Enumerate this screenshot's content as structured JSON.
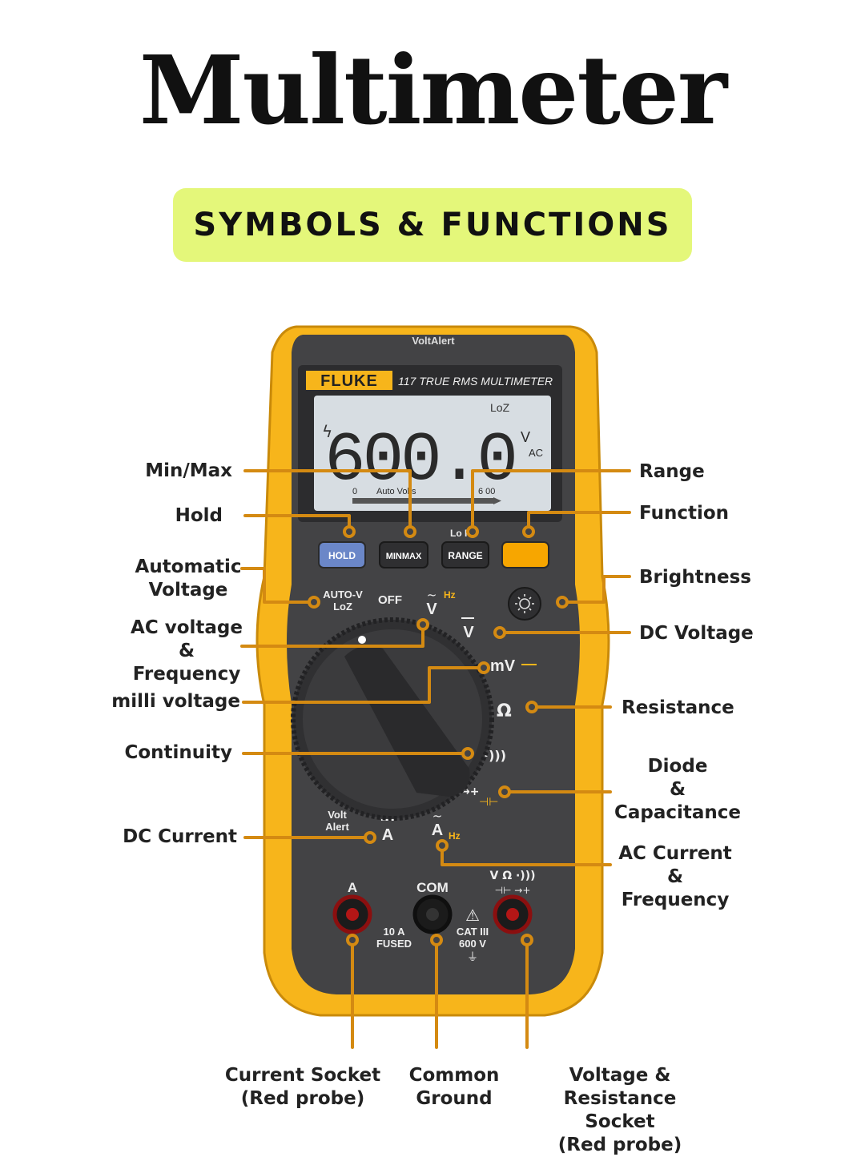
{
  "title": "Multimeter",
  "subtitle": "SYMBOLS & FUNCTIONS",
  "colors": {
    "accent_line": "#d48a12",
    "badge_bg": "#e4f77a",
    "meter_body": "#f7b51b",
    "meter_face": "#434345",
    "hold_button": "#6b87c8",
    "function_button": "#f7a600"
  },
  "meter": {
    "top_label": "VoltAlert",
    "brand": "FLUKE",
    "model": "117 TRUE RMS MULTIMETER",
    "display": {
      "reading": "600.0",
      "mode_top": "LoZ",
      "unit_v": "V",
      "unit_ac": "AC",
      "scale_left": "0",
      "scale_mid": "Auto Volts",
      "scale_right": "6 00"
    },
    "buttons": {
      "hold": "HOLD",
      "minmax": "MINMAX",
      "range": "RANGE",
      "lo_hi": "Lo  Hi"
    },
    "dial": {
      "auto_v": "AUTO-V",
      "loz": "LoZ",
      "off": "OFF",
      "v_ac": "V",
      "hz": "Hz",
      "v_dc": "V",
      "mv": "mV",
      "ohm": "Ω",
      "continuity": "·)))",
      "diode": "→+",
      "volt_alert_1": "Volt",
      "volt_alert_2": "Alert",
      "a_dc": "A",
      "a_ac": "A",
      "a_hz": "Hz"
    },
    "jacks": {
      "a": "A",
      "com": "COM",
      "v_ohm": "V Ω ·)))",
      "fused_1": "10 A",
      "fused_2": "FUSED",
      "cat_1": "CAT III",
      "cat_2": "600 V"
    }
  },
  "labels": {
    "min_max": "Min/Max",
    "hold": "Hold",
    "automatic_voltage": "Automatic\nVoltage",
    "ac_voltage_frequency": "AC voltage\n&\nFrequency",
    "milli_voltage": "milli voltage",
    "continuity": "Continuity",
    "dc_current": "DC Current",
    "range": "Range",
    "function": "Function",
    "brightness": "Brightness",
    "dc_voltage": "DC  Voltage",
    "resistance": "Resistance",
    "diode_capacitance": "Diode\n&\nCapacitance",
    "ac_current_frequency": "AC Current\n&\nFrequency",
    "current_socket": "Current Socket\n(Red probe)",
    "common_ground": "Common\nGround",
    "voltage_resistance_socket": "Voltage & Resistance\nSocket\n(Red probe)"
  }
}
